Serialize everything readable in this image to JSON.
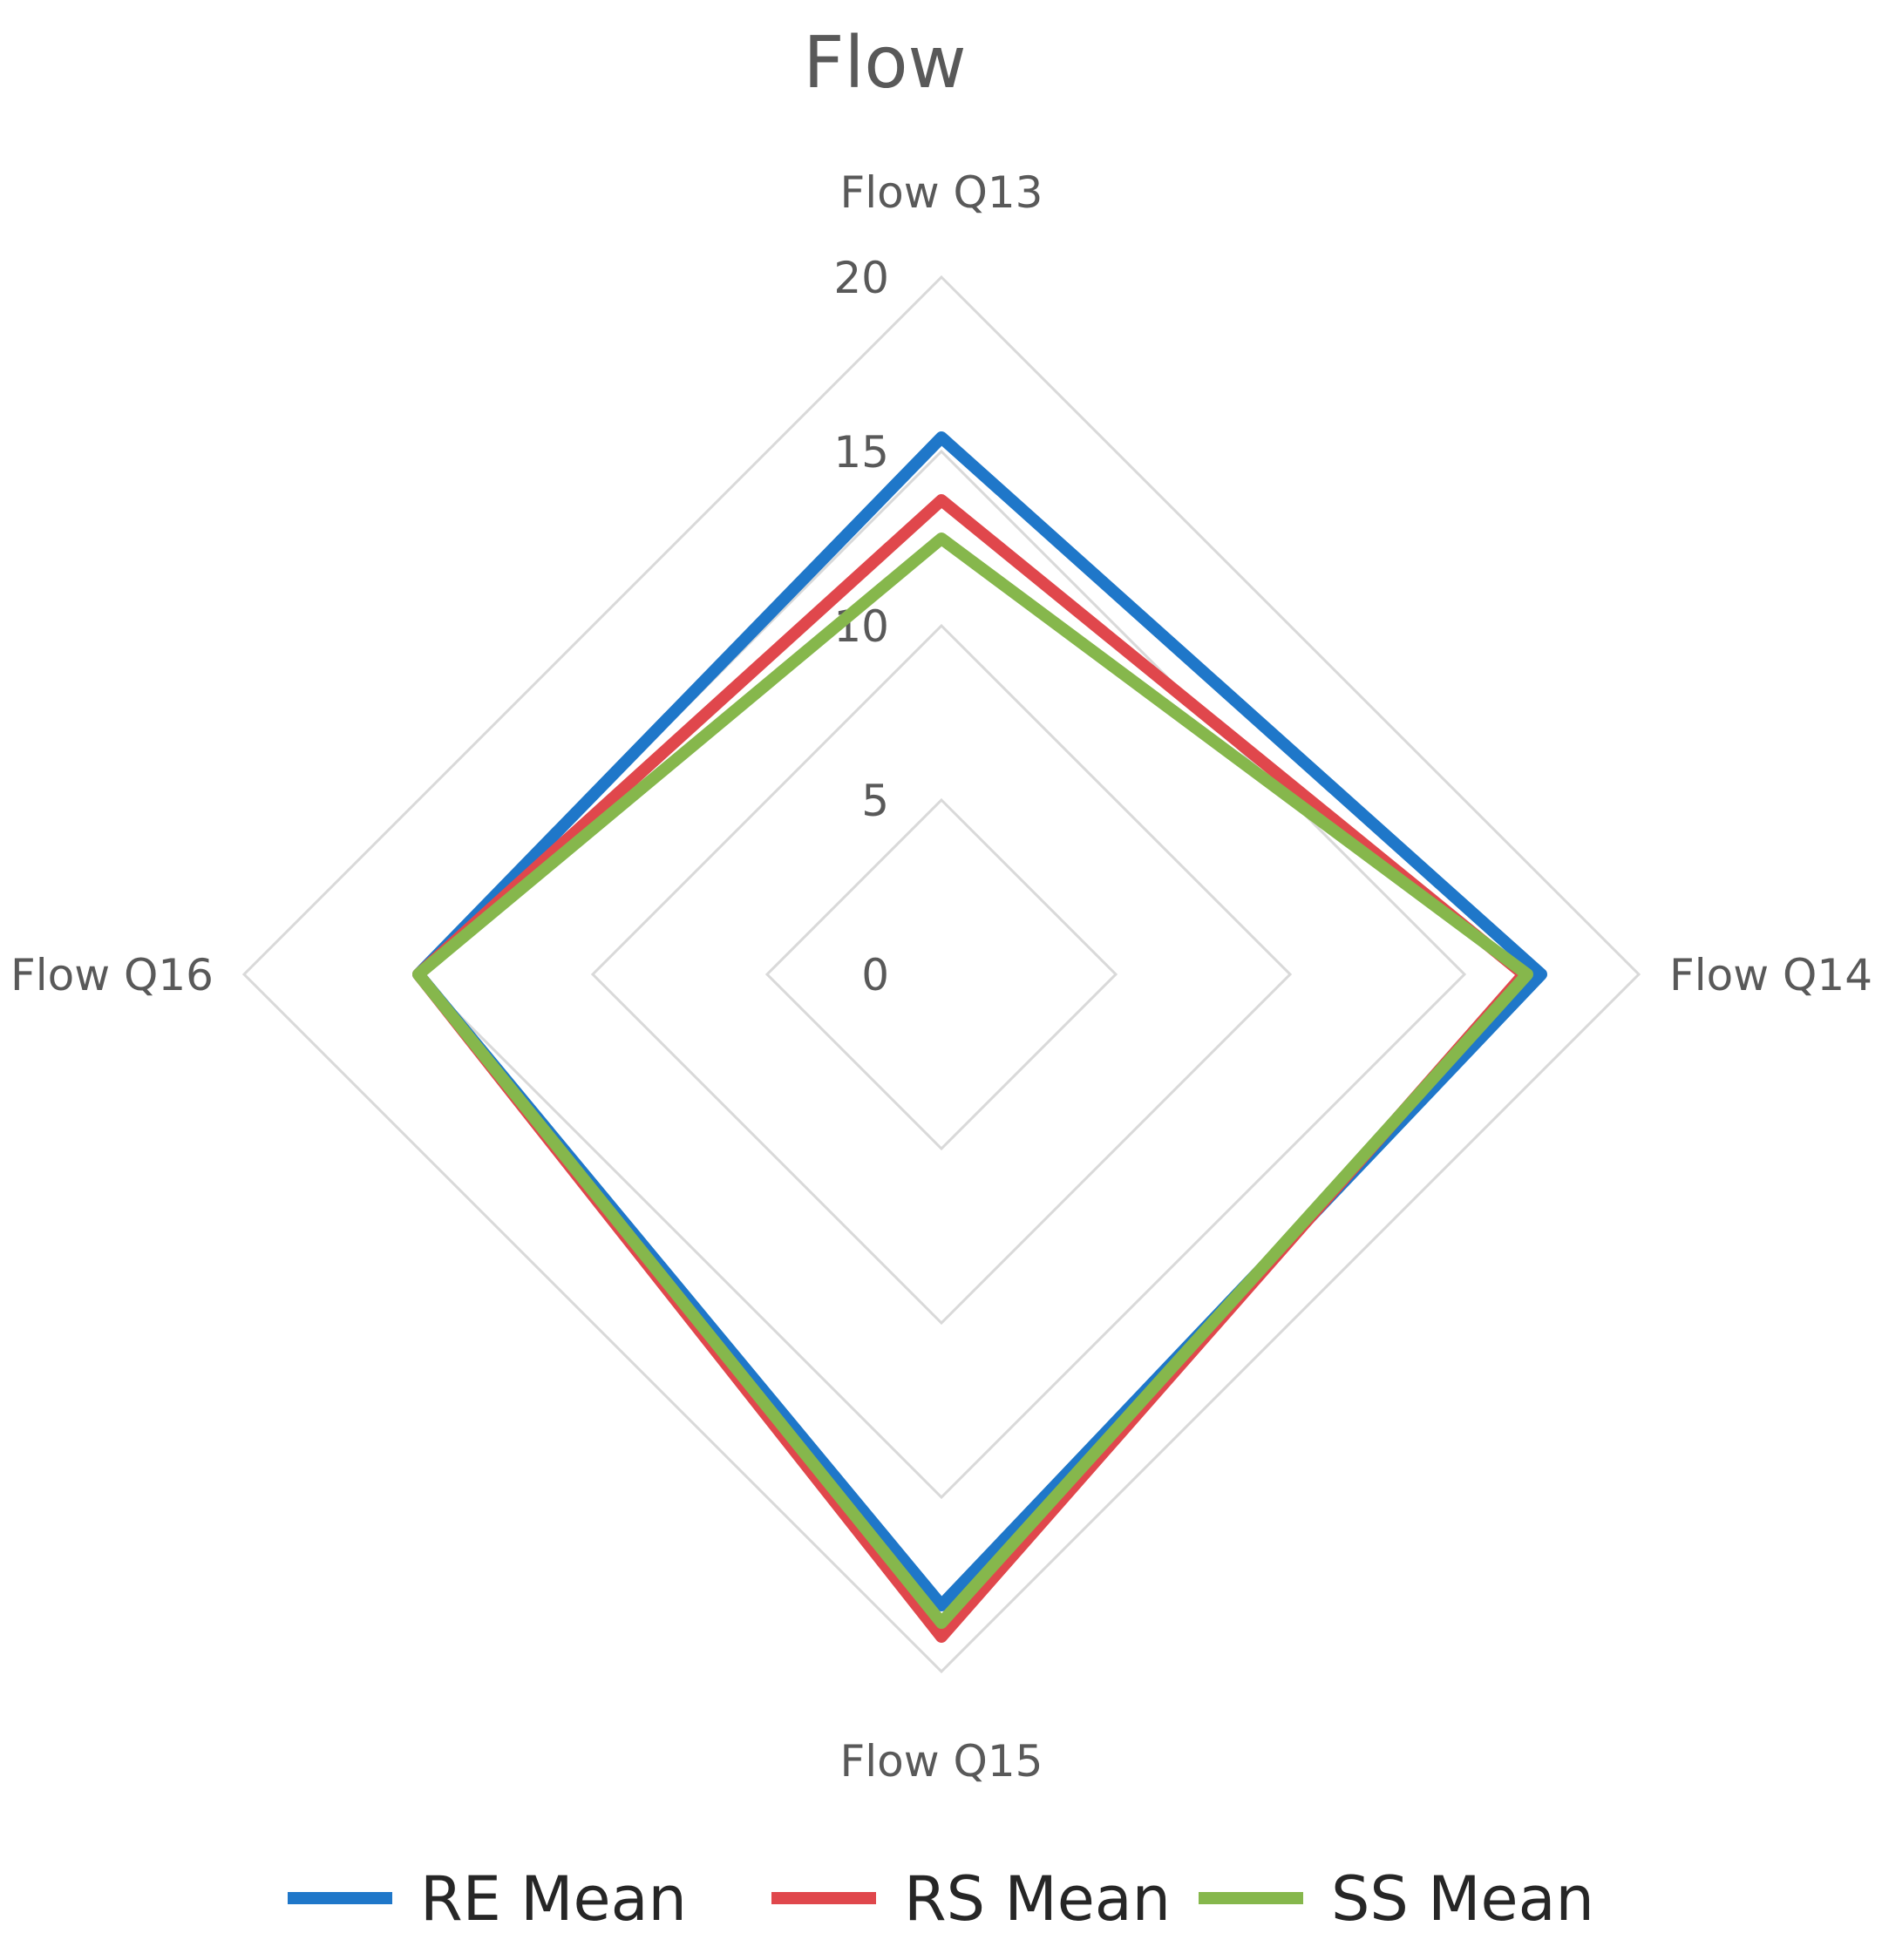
{
  "chart_data": {
    "type": "radar",
    "title": "Flow",
    "axes": [
      "Flow Q13",
      "Flow Q14",
      "Flow Q15",
      "Flow Q16"
    ],
    "radial_ticks": [
      0,
      5,
      10,
      15,
      20
    ],
    "rlim": [
      0,
      20
    ],
    "grid": true,
    "legend_position": "bottom",
    "series": [
      {
        "name": "RE Mean",
        "color": "#1f77c9",
        "values": [
          15.4,
          17.2,
          18.1,
          15.0
        ]
      },
      {
        "name": "RS Mean",
        "color": "#e0474c",
        "values": [
          13.6,
          16.7,
          19.0,
          15.0
        ]
      },
      {
        "name": "SS Mean",
        "color": "#86b74c",
        "values": [
          12.5,
          16.8,
          18.6,
          15.0
        ]
      }
    ]
  }
}
